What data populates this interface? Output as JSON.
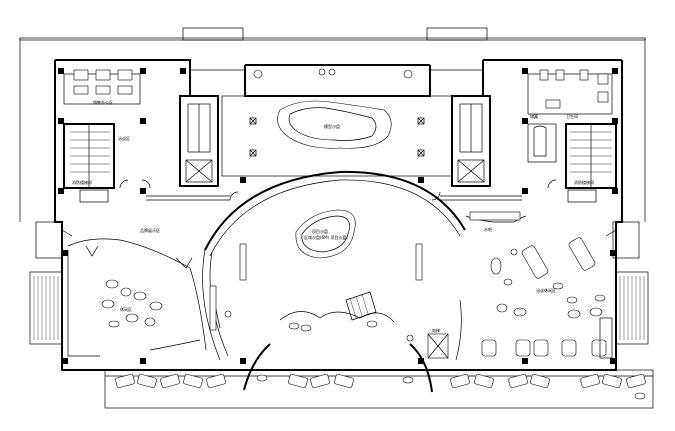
{
  "labels": {
    "office": "销售办公区",
    "meeting_left": "洽谈区",
    "fire_stair_left": "消防楼梯间",
    "fire_stair_right": "消防楼梯间",
    "corridor_top": "模型沙盘",
    "exhibition_left": "品牌展示区",
    "model_center_1": "项目沙盘",
    "model_center_2": "区域沙盘(6M) 项目沙盘",
    "negotiation_right": "洽谈休闲区",
    "lounge_left": "休闲区",
    "restroom": "卫生间",
    "bar": "水吧",
    "storage": "储藏",
    "elevator": "电梯"
  }
}
